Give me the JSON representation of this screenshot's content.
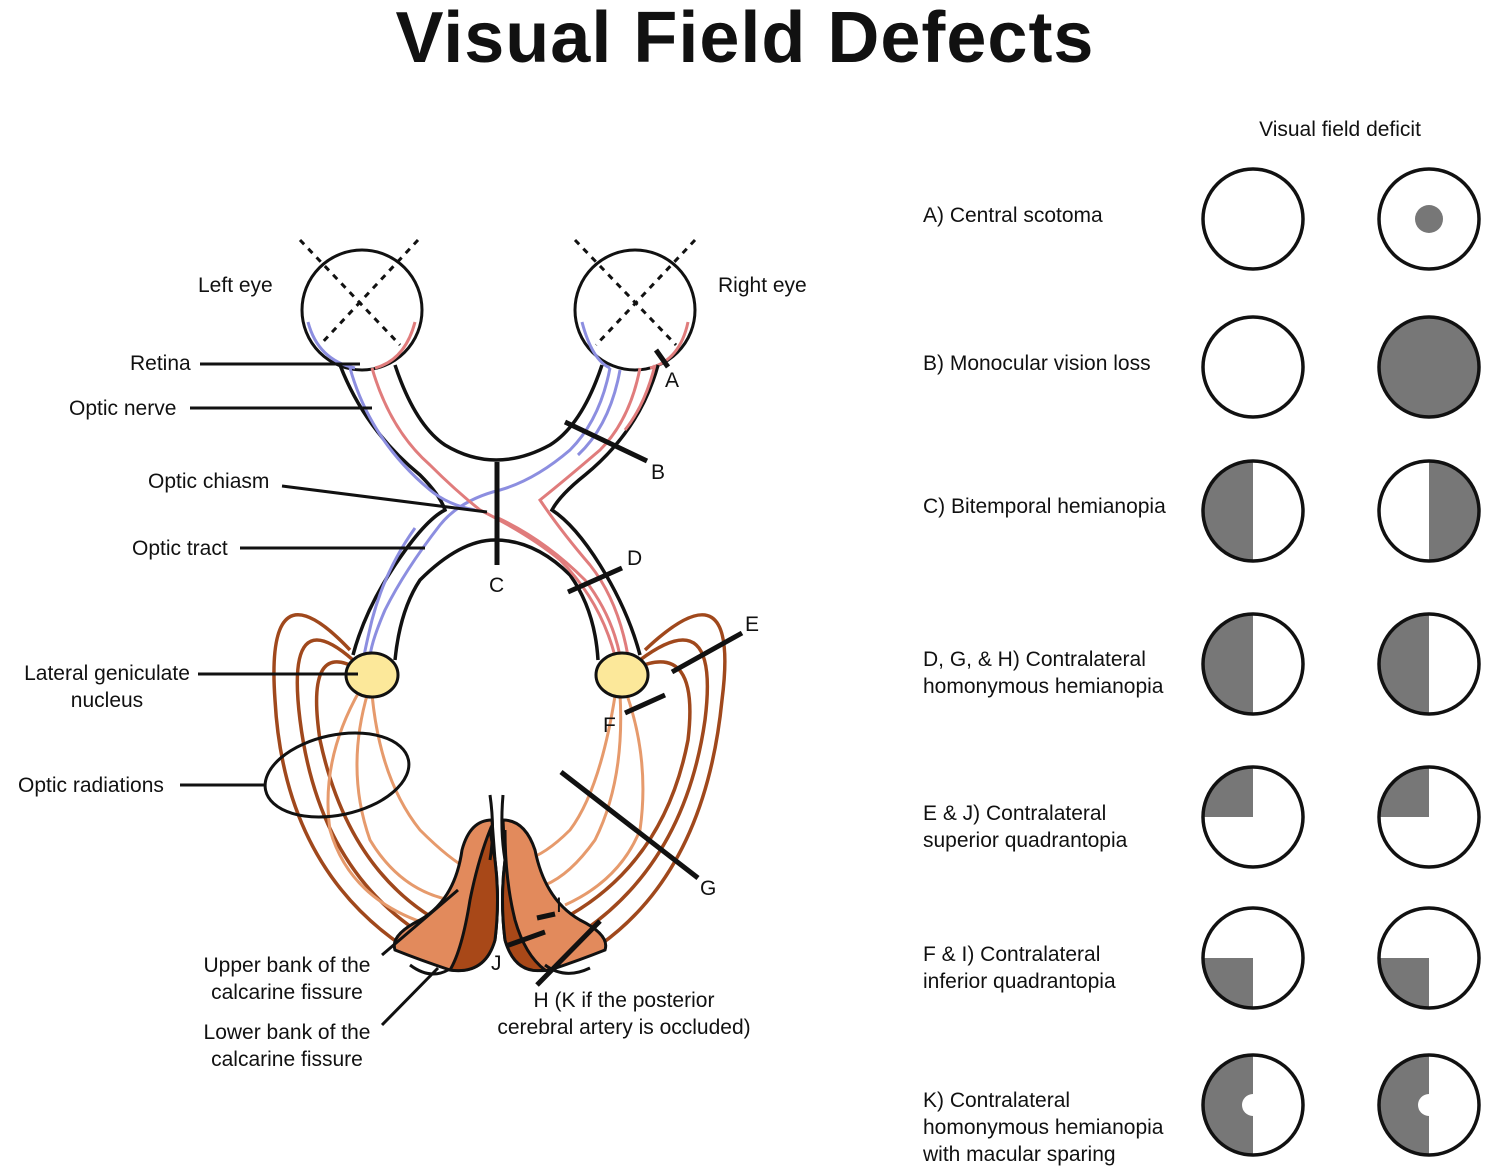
{
  "title": "Visual Field Defects",
  "column_header": "Visual field deficit",
  "labels": {
    "left_eye": "Left eye",
    "right_eye": "Right eye",
    "retina": "Retina",
    "optic_nerve": "Optic nerve",
    "optic_chiasm": "Optic chiasm",
    "optic_tract": "Optic tract",
    "lgn_line1": "Lateral geniculate",
    "lgn_line2": "nucleus",
    "optic_radiations": "Optic radiations",
    "upper_bank_line1": "Upper bank of the",
    "upper_bank_line2": "calcarine fissure",
    "lower_bank_line1": "Lower bank of the",
    "lower_bank_line2": "calcarine fissure",
    "h_note_line1": "H (K if the posterior",
    "h_note_line2": "cerebral artery is occluded)"
  },
  "lesion_letters": {
    "A": "A",
    "B": "B",
    "C": "C",
    "D": "D",
    "E": "E",
    "F": "F",
    "G": "G",
    "I": "I",
    "J": "J"
  },
  "defects": [
    {
      "lines": [
        "A) Central scotoma"
      ],
      "left": "normal",
      "right": "central-dot"
    },
    {
      "lines": [
        "B) Monocular vision loss"
      ],
      "left": "normal",
      "right": "full"
    },
    {
      "lines": [
        "C) Bitemporal hemianopia"
      ],
      "left": "left-half",
      "right": "right-half"
    },
    {
      "lines": [
        "D, G, & H) Contralateral",
        "homonymous hemianopia"
      ],
      "left": "left-half",
      "right": "left-half"
    },
    {
      "lines": [
        "E & J) Contralateral",
        "superior quadrantopia"
      ],
      "left": "upper-left-quadrant",
      "right": "upper-left-quadrant"
    },
    {
      "lines": [
        "F & I) Contralateral",
        "inferior quadrantopia"
      ],
      "left": "lower-left-quadrant",
      "right": "lower-left-quadrant"
    },
    {
      "lines": [
        "K) Contralateral",
        "homonymous hemianopia",
        "with macular sparing"
      ],
      "left": "left-half-macular-sparing",
      "right": "left-half-macular-sparing"
    }
  ],
  "colors": {
    "deficit_gray": "#777777",
    "nasal_fiber_blue": "#8c8ee0",
    "temporal_fiber_red": "#e07c7c",
    "radiation_dark": "#a0481c",
    "radiation_light": "#e69a6c",
    "lgn_fill": "#fce89a",
    "cortex_dark": "#a84818",
    "cortex_light": "#e28a5c"
  }
}
